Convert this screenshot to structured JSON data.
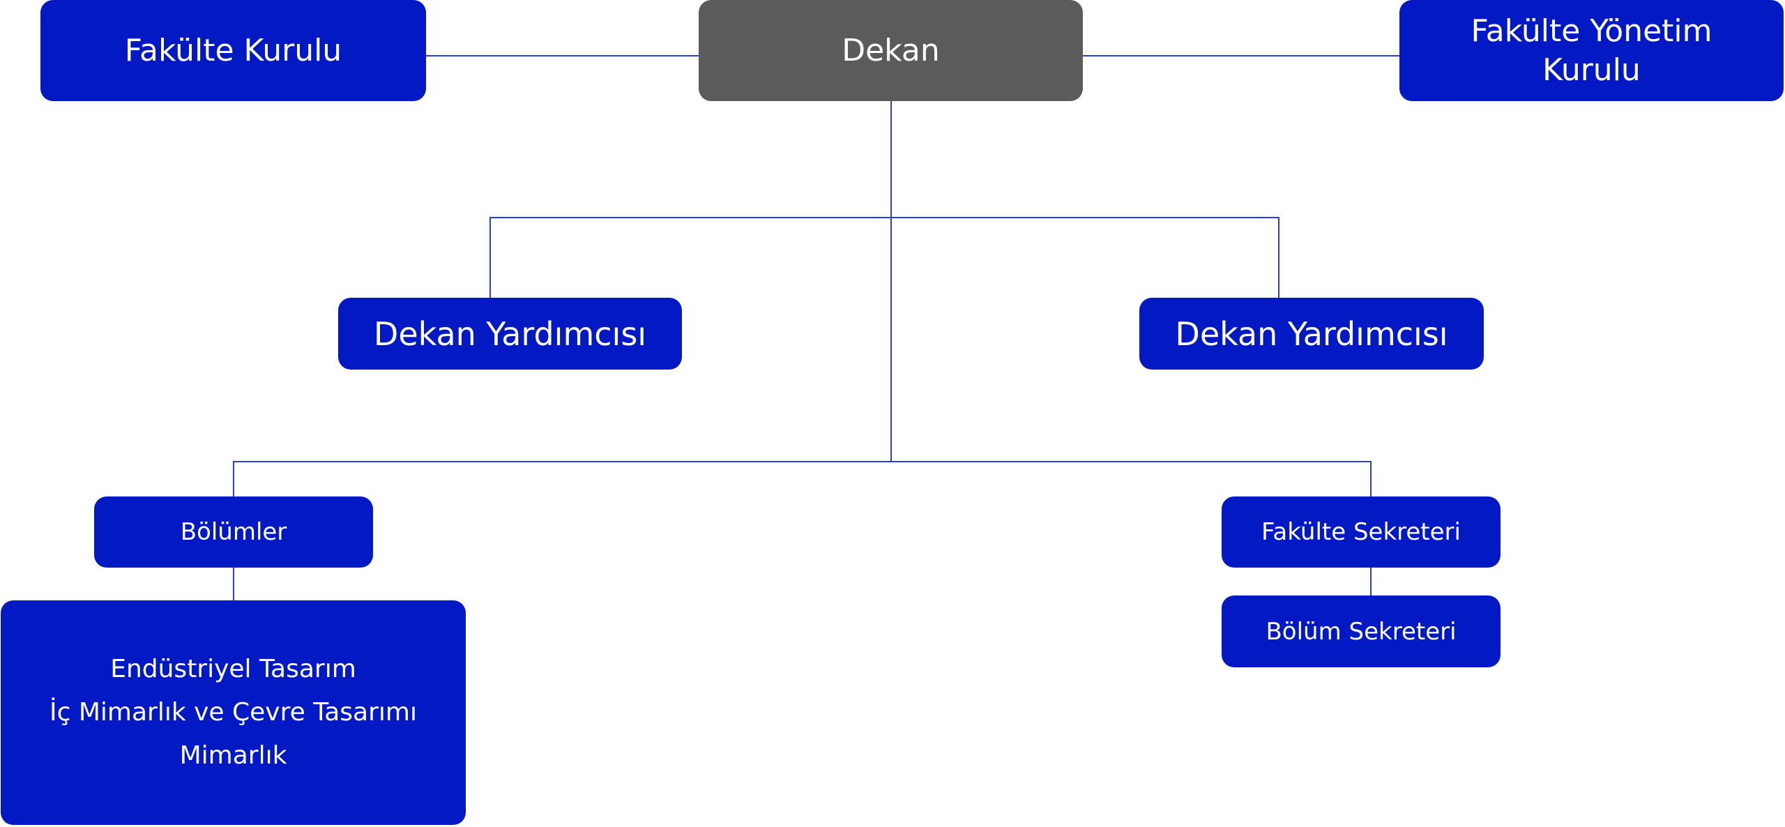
{
  "nodes": {
    "fakulte_kurulu": "Fakülte Kurulu",
    "dekan": "Dekan",
    "fakulte_yonetim_kurulu": [
      "Fakülte Yönetim",
      "Kurulu"
    ],
    "dekan_yardimcisi_left": "Dekan Yardımcısı",
    "dekan_yardimcisi_right": "Dekan Yardımcısı",
    "bolumler": "Bölümler",
    "bolum_listesi": [
      "Endüstriyel Tasarım",
      "İç Mimarlık ve Çevre Tasarımı",
      "Mimarlık"
    ],
    "fakulte_sekreteri": "Fakülte Sekreteri",
    "bolum_sekreteri": "Bölüm Sekreteri"
  },
  "colors": {
    "node_blue": "#0219c4",
    "node_gray": "#5b5b5b",
    "connector": "#2b3fd4",
    "text": "#ffffff"
  }
}
